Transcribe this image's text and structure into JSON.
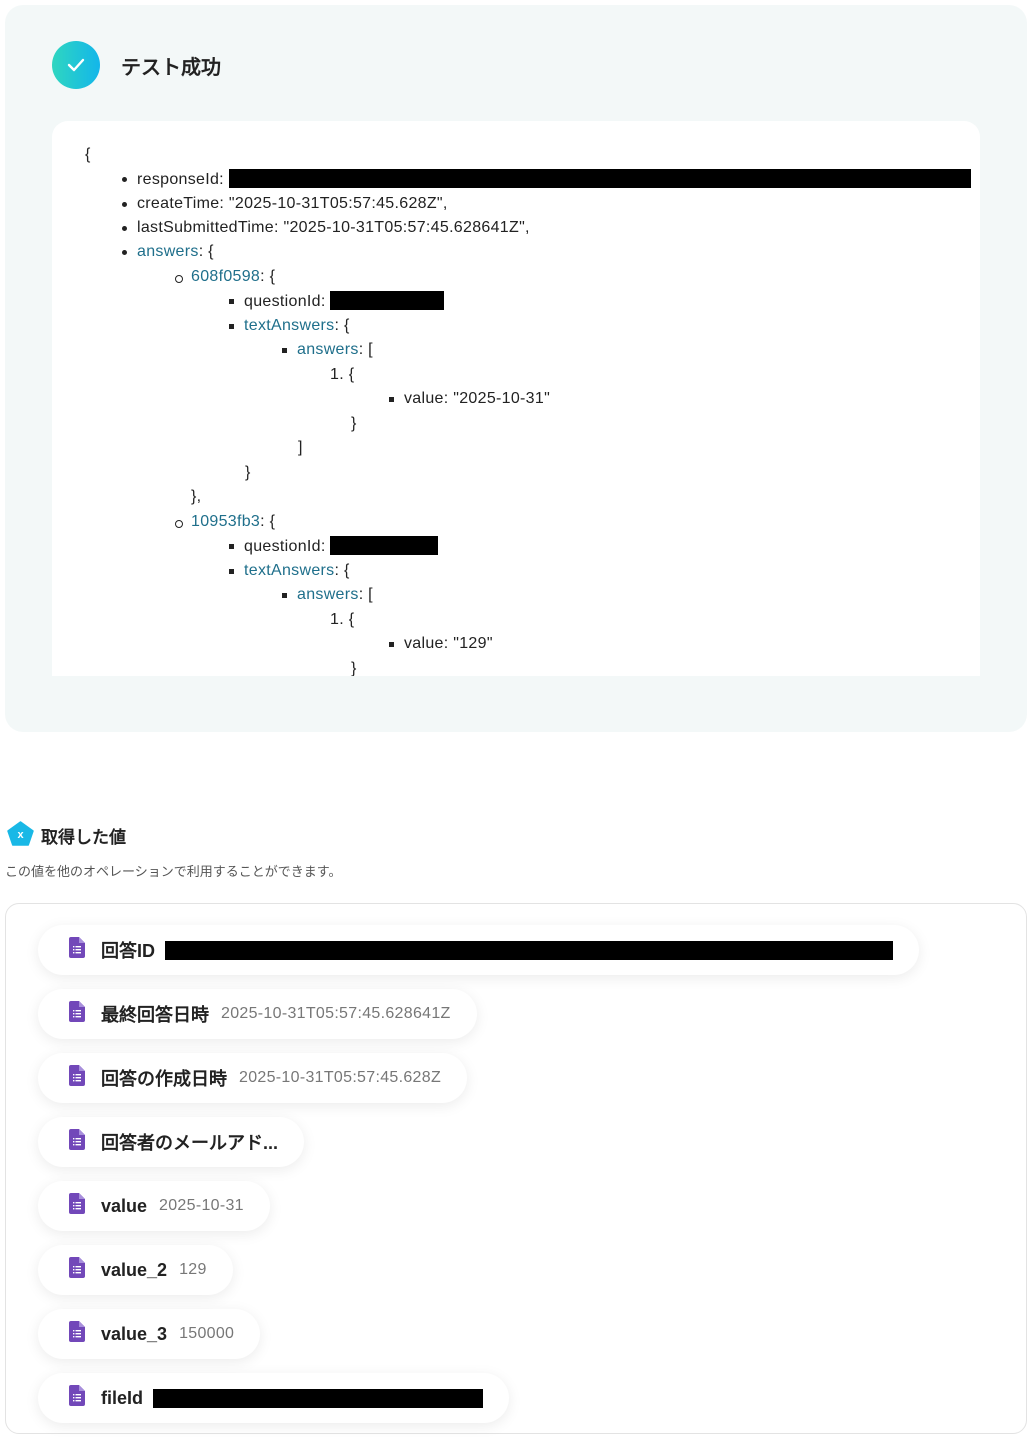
{
  "test": {
    "title": "テスト成功"
  },
  "json_view": {
    "open": "{",
    "responseId": "responseId:",
    "createTime": "createTime: \"2025-10-31T05:57:45.628Z\",",
    "lastSubmittedTime": "lastSubmittedTime: \"2025-10-31T05:57:45.628641Z\",",
    "answers_key": "answers",
    "obj_open": ": {",
    "arr_open": ": [",
    "q1_key": "608f0598",
    "q2_key": "10953fb3",
    "questionId": "questionId:",
    "textAnswers_key": "textAnswers",
    "item_open": "1. {",
    "q1_value": "value: \"2025-10-31\"",
    "q2_value": "value: \"129\"",
    "close": "}",
    "arr_close": "]",
    "close_comma": "},"
  },
  "outputs": {
    "title": "取得した値",
    "description": "この値を他のオペレーションで利用することができます。",
    "items": [
      {
        "label": "回答ID",
        "value": ""
      },
      {
        "label": "最終回答日時",
        "value": "2025-10-31T05:57:45.628641Z"
      },
      {
        "label": "回答の作成日時",
        "value": "2025-10-31T05:57:45.628Z"
      },
      {
        "label": "回答者のメールアド...",
        "value": ""
      },
      {
        "label": "value",
        "value": "2025-10-31"
      },
      {
        "label": "value_2",
        "value": "129"
      },
      {
        "label": "value_3",
        "value": "150000"
      },
      {
        "label": "fileId",
        "value": ""
      }
    ]
  },
  "colors": {
    "accent": "#13b6ea",
    "key": "#1f6f8b",
    "forms": "#7248b9"
  }
}
